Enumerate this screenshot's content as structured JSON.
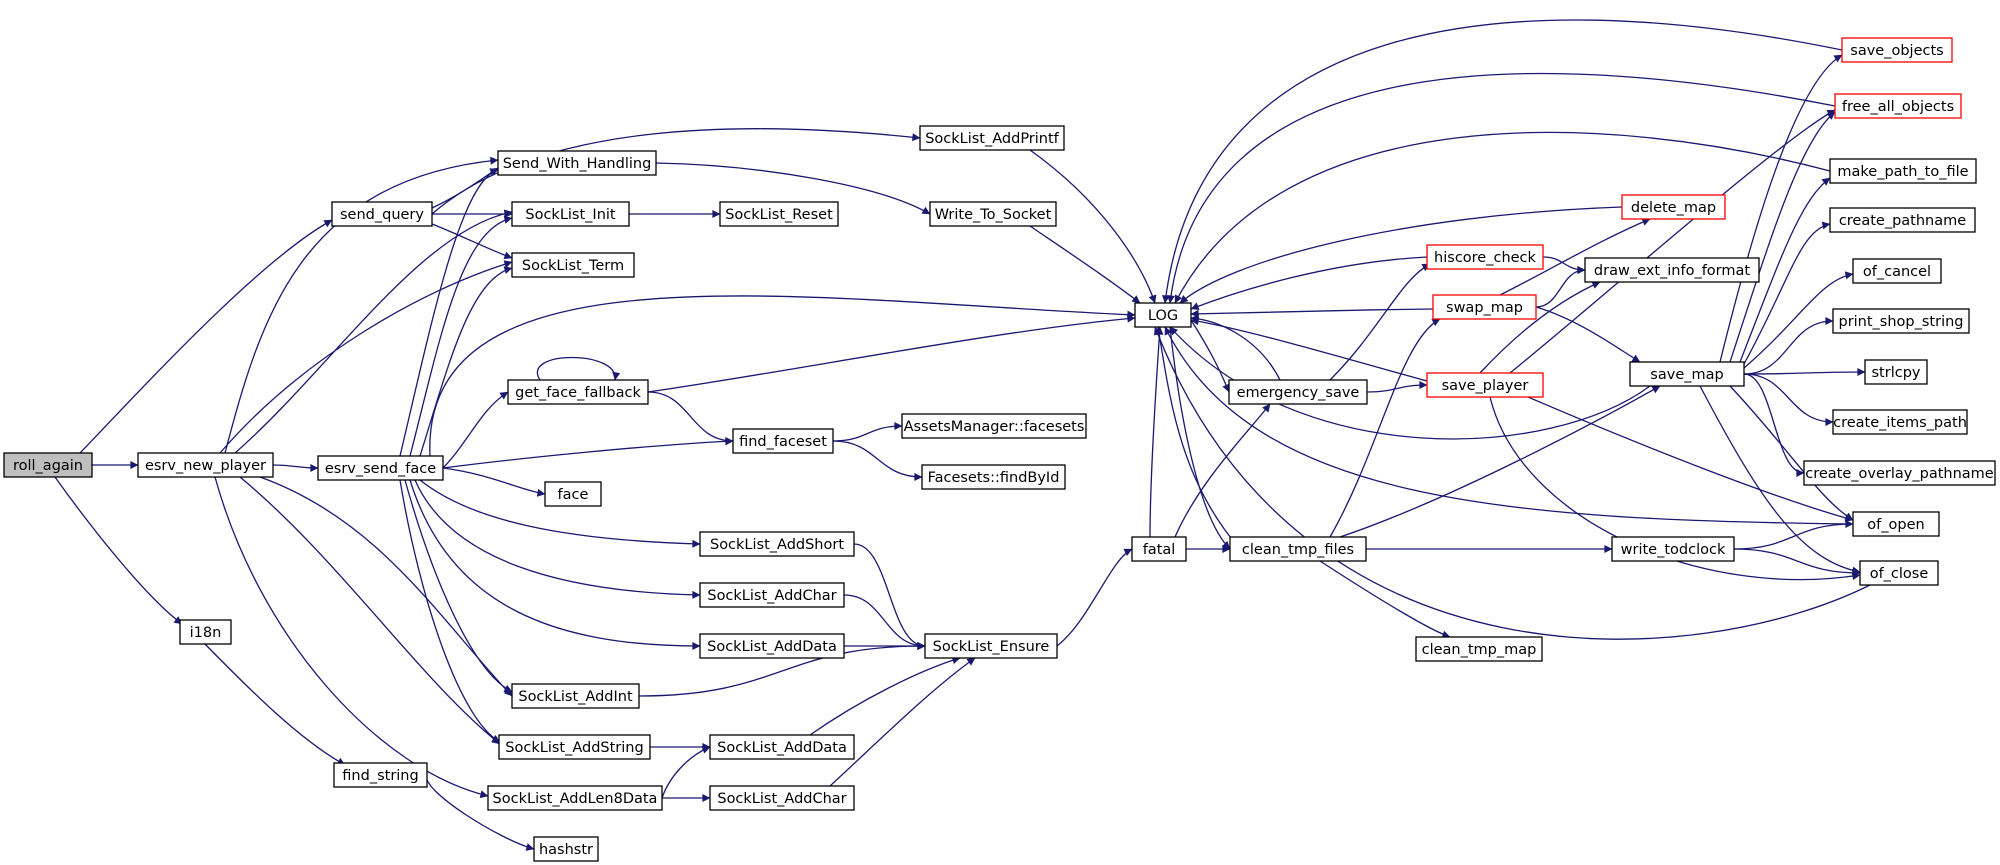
{
  "graph": {
    "edge_color": "#191970",
    "nodes": [
      {
        "id": "roll_again",
        "label": "roll_again",
        "style": "root"
      },
      {
        "id": "esrv_new_player",
        "label": "esrv_new_player"
      },
      {
        "id": "i18n",
        "label": "i18n"
      },
      {
        "id": "send_query",
        "label": "send_query"
      },
      {
        "id": "Send_With_Handling",
        "label": "Send_With_Handling"
      },
      {
        "id": "SockList_Init",
        "label": "SockList_Init"
      },
      {
        "id": "SockList_Term",
        "label": "SockList_Term"
      },
      {
        "id": "SockList_AddPrintf",
        "label": "SockList_AddPrintf"
      },
      {
        "id": "SockList_Reset",
        "label": "SockList_Reset"
      },
      {
        "id": "Write_To_Socket",
        "label": "Write_To_Socket"
      },
      {
        "id": "LOG",
        "label": "LOG"
      },
      {
        "id": "esrv_send_face",
        "label": "esrv_send_face"
      },
      {
        "id": "get_face_fallback",
        "label": "get_face_fallback"
      },
      {
        "id": "find_faceset",
        "label": "find_faceset"
      },
      {
        "id": "AssetsManager_facesets",
        "label": "AssetsManager::facesets"
      },
      {
        "id": "Facesets_findById",
        "label": "Facesets::findById"
      },
      {
        "id": "face",
        "label": "face"
      },
      {
        "id": "SockList_AddShort",
        "label": "SockList_AddShort"
      },
      {
        "id": "SockList_AddChar_1",
        "label": "SockList_AddChar"
      },
      {
        "id": "SockList_AddData_1",
        "label": "SockList_AddData"
      },
      {
        "id": "SockList_Ensure",
        "label": "SockList_Ensure"
      },
      {
        "id": "SockList_AddInt",
        "label": "SockList_AddInt"
      },
      {
        "id": "SockList_AddString",
        "label": "SockList_AddString"
      },
      {
        "id": "SockList_AddData_2",
        "label": "SockList_AddData"
      },
      {
        "id": "find_string",
        "label": "find_string"
      },
      {
        "id": "SockList_AddLen8Data",
        "label": "SockList_AddLen8Data"
      },
      {
        "id": "SockList_AddChar_2",
        "label": "SockList_AddChar"
      },
      {
        "id": "hashstr",
        "label": "hashstr"
      },
      {
        "id": "fatal",
        "label": "fatal"
      },
      {
        "id": "emergency_save",
        "label": "emergency_save"
      },
      {
        "id": "clean_tmp_files",
        "label": "clean_tmp_files"
      },
      {
        "id": "clean_tmp_map",
        "label": "clean_tmp_map"
      },
      {
        "id": "hiscore_check",
        "label": "hiscore_check",
        "style": "partial"
      },
      {
        "id": "swap_map",
        "label": "swap_map",
        "style": "partial"
      },
      {
        "id": "save_player",
        "label": "save_player",
        "style": "partial"
      },
      {
        "id": "delete_map",
        "label": "delete_map",
        "style": "partial"
      },
      {
        "id": "draw_ext_info_format",
        "label": "draw_ext_info_format"
      },
      {
        "id": "write_todclock",
        "label": "write_todclock"
      },
      {
        "id": "save_map",
        "label": "save_map"
      },
      {
        "id": "save_objects",
        "label": "save_objects",
        "style": "partial"
      },
      {
        "id": "free_all_objects",
        "label": "free_all_objects",
        "style": "partial"
      },
      {
        "id": "make_path_to_file",
        "label": "make_path_to_file"
      },
      {
        "id": "create_pathname",
        "label": "create_pathname"
      },
      {
        "id": "of_cancel",
        "label": "of_cancel"
      },
      {
        "id": "print_shop_string",
        "label": "print_shop_string"
      },
      {
        "id": "strlcpy",
        "label": "strlcpy"
      },
      {
        "id": "create_items_path",
        "label": "create_items_path"
      },
      {
        "id": "create_overlay_pathname",
        "label": "create_overlay_pathname"
      },
      {
        "id": "of_open",
        "label": "of_open"
      },
      {
        "id": "of_close",
        "label": "of_close"
      }
    ]
  }
}
